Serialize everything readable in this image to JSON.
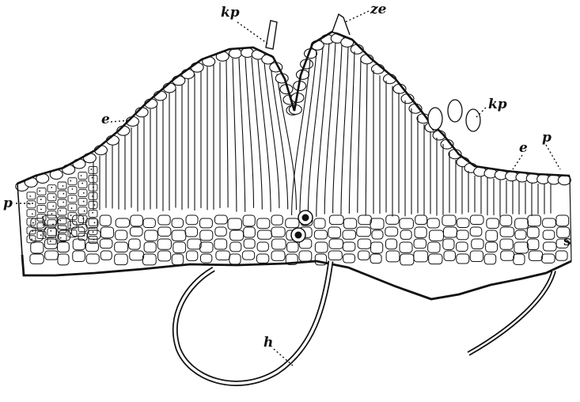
{
  "labels": {
    "kp_top": "kp",
    "ze": "ze",
    "kp_right": "kp",
    "e_left": "e",
    "e_right": "e",
    "p_right": "p",
    "p_left": "p",
    "h": "h",
    "s": "s"
  },
  "colors": {
    "ink": "#111111",
    "paper": "#ffffff"
  }
}
